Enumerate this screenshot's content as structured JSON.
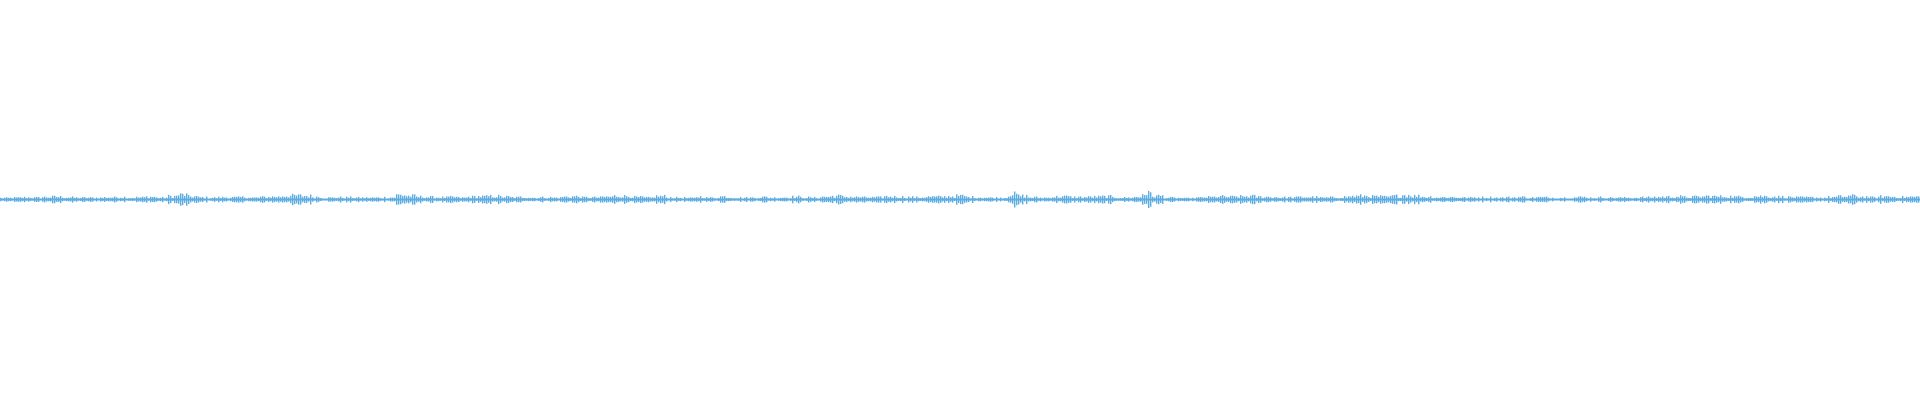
{
  "waveform": {
    "color": "#5dade2",
    "envelope": [
      0.25,
      0.3,
      0.35,
      0.3,
      0.4,
      0.45,
      0.35,
      0.3,
      0.3,
      0.3,
      0.35,
      0.4,
      0.3,
      0.35,
      0.45,
      0.3,
      0.55,
      0.8,
      0.5,
      0.35,
      0.3,
      0.35,
      0.35,
      0.4,
      0.3,
      0.4,
      0.45,
      0.6,
      0.65,
      0.6,
      0.45,
      0.3,
      0.35,
      0.35,
      0.3,
      0.3,
      0.3,
      0.35,
      0.75,
      0.6,
      0.45,
      0.4,
      0.35,
      0.4,
      0.3,
      0.45,
      0.5,
      0.55,
      0.45,
      0.35,
      0.4,
      0.3,
      0.35,
      0.3,
      0.45,
      0.5,
      0.35,
      0.35,
      0.45,
      0.6,
      0.55,
      0.4,
      0.3,
      0.55,
      0.35,
      0.3,
      0.25,
      0.45,
      0.3,
      0.5,
      0.35,
      0.3,
      0.3,
      0.4,
      0.3,
      0.35,
      0.45,
      0.35,
      0.3,
      0.45,
      0.6,
      0.45,
      0.4,
      0.35,
      0.35,
      0.5,
      0.45,
      0.4,
      0.35,
      0.45,
      0.45,
      0.55,
      0.6,
      0.4,
      0.35,
      0.3,
      0.3,
      0.9,
      0.6,
      0.35,
      0.3,
      0.45,
      0.5,
      0.4,
      0.4,
      0.45,
      0.5,
      0.35,
      0.3,
      0.4,
      1.0,
      0.6,
      0.3,
      0.25,
      0.2,
      0.3,
      0.4,
      0.5,
      0.45,
      0.5,
      0.55,
      0.45,
      0.4,
      0.35,
      0.35,
      0.4,
      0.4,
      0.3,
      0.35,
      0.45,
      0.55,
      0.6,
      0.5,
      0.45,
      0.6,
      0.75,
      0.6,
      0.45,
      0.35,
      0.4,
      0.35,
      0.3,
      0.35,
      0.35,
      0.3,
      0.35,
      0.4,
      0.3,
      0.35,
      0.3,
      0.3,
      0.35,
      0.4,
      0.3,
      0.35,
      0.3,
      0.3,
      0.3,
      0.35,
      0.4,
      0.45,
      0.5,
      0.4,
      0.45,
      0.55,
      0.5,
      0.5,
      0.45,
      0.4,
      0.55,
      0.5,
      0.45,
      0.4,
      0.35,
      0.35,
      0.3,
      0.4,
      0.5,
      0.6,
      0.45,
      0.35,
      0.5,
      0.45,
      0.4,
      0.45
    ]
  }
}
